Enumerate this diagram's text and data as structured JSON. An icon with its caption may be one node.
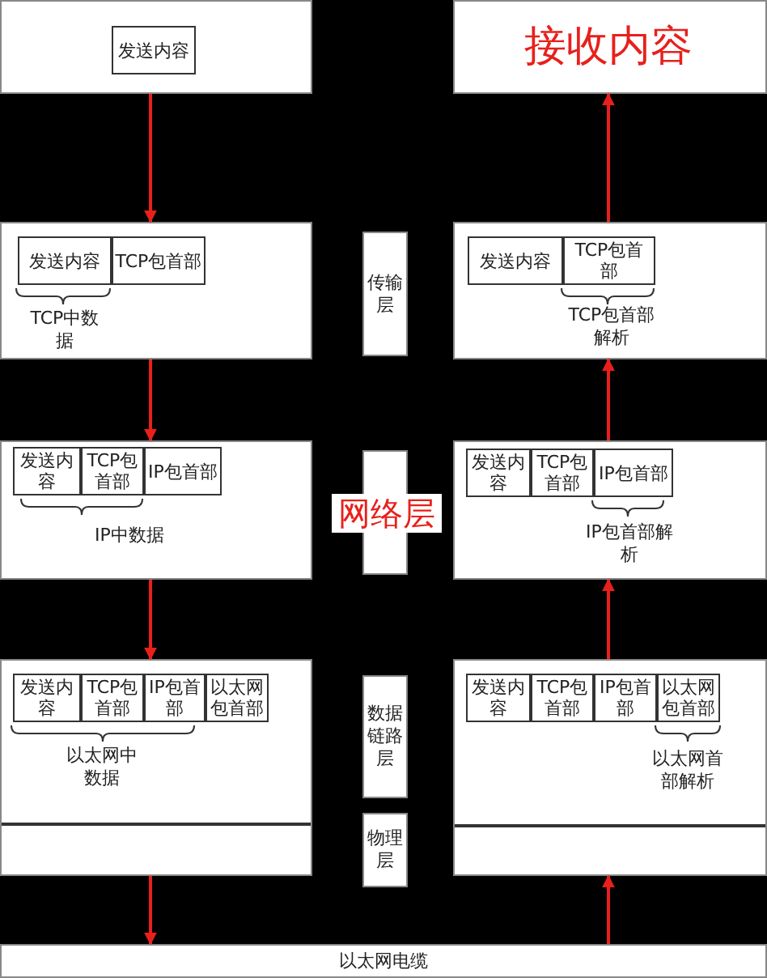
{
  "diagram": {
    "nodes": [
      {
        "text": [],
        "shape": "box"
      },
      {
        "text": [
          "发送内容"
        ],
        "in": 0
      },
      {
        "text": [],
        "shape": "box"
      },
      {
        "text": [
          "接收内容"
        ],
        "in": 2
      },
      {
        "text": [],
        "shape": "box"
      },
      {
        "text": [
          "发送内容"
        ],
        "in": 4
      },
      {
        "text": [
          "TCP包首部"
        ],
        "in": 4
      },
      {
        "text": [],
        "shape": "box"
      },
      {
        "text": [
          "发送内容"
        ],
        "in": 7
      },
      {
        "text": [
          "TCP包首部"
        ],
        "in": 7
      },
      {
        "text": [
          "传输层"
        ]
      },
      {
        "text": [],
        "shape": "box"
      },
      {
        "text": [
          "发送内容"
        ],
        "in": 11
      },
      {
        "text": [
          "TCP包首部"
        ],
        "in": 11
      },
      {
        "text": [
          "IP包首部"
        ],
        "in": 11
      },
      {
        "text": [],
        "shape": "box"
      },
      {
        "text": [
          "发送内容"
        ],
        "in": 15
      },
      {
        "text": [
          "TCP包首部"
        ],
        "in": 15
      },
      {
        "text": [
          "IP包首部"
        ],
        "in": 15
      },
      {
        "text": [
          "网络层"
        ]
      },
      {
        "text": [],
        "shape": "box"
      },
      {
        "text": [
          "发送内容"
        ],
        "in": 20
      },
      {
        "text": [
          "TCP包首部"
        ],
        "in": 20
      },
      {
        "text": [
          "IP包首部"
        ],
        "in": 20
      },
      {
        "text": [
          "以太网包首部"
        ],
        "in": 20
      },
      {
        "text": [],
        "shape": "box"
      },
      {
        "text": [
          "发送内容"
        ],
        "in": 25
      },
      {
        "text": [
          "TCP包首部"
        ],
        "in": 25
      },
      {
        "text": [
          "IP包首部"
        ],
        "in": 25
      },
      {
        "text": [
          "以太网包首部"
        ],
        "in": 25
      },
      {
        "text": [
          "数据链路层"
        ]
      },
      {
        "text": [
          "物理层"
        ]
      },
      {
        "text": [
          "以太网电缆"
        ]
      }
    ],
    "edges": [
      {
        "from": 0,
        "to": 4,
        "arrow": "to"
      },
      {
        "from": 4,
        "to": 11,
        "arrow": "to"
      },
      {
        "from": 11,
        "to": 20,
        "arrow": "to"
      },
      {
        "from": 20,
        "to": 32,
        "arrow": "to"
      },
      {
        "from": 32,
        "to": 25,
        "arrow": "to"
      },
      {
        "from": 25,
        "to": 15,
        "arrow": "to"
      },
      {
        "from": 15,
        "to": 7,
        "arrow": "to"
      },
      {
        "from": 7,
        "to": 2,
        "arrow": "to"
      }
    ],
    "labels": [
      "TCP中数据",
      "TCP包首部解析",
      "IP中数据",
      "IP包首部解析",
      "以太网中数据",
      "以太网首部解析"
    ]
  }
}
